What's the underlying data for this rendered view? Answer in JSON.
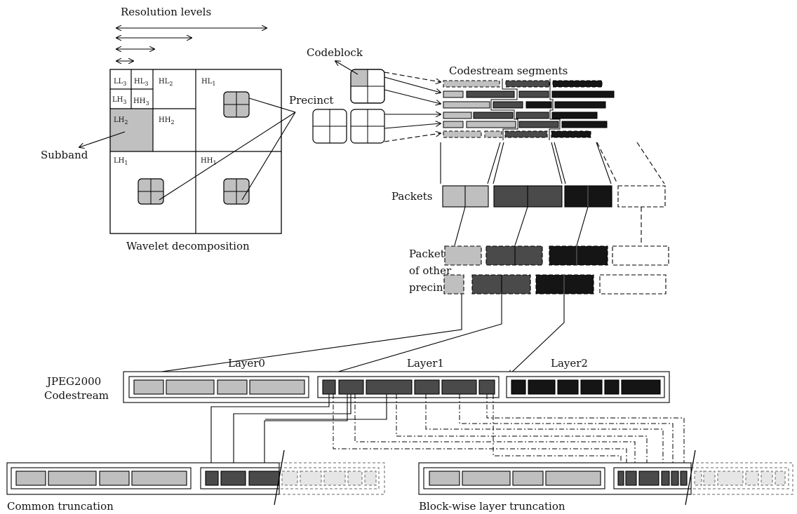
{
  "labels": {
    "resolution_levels": "Resolution levels",
    "codeblock": "Codeblock",
    "codestream_segments": "Codestream segments",
    "precinct": "Precinct",
    "subband": "Subband",
    "wavelet_decomposition": "Wavelet decomposition",
    "packets": "Packets",
    "packets_other_1": "Packets",
    "packets_other_2": "of other",
    "packets_other_3": "precincts",
    "jpeg2000_1": "JPEG2000",
    "jpeg2000_2": "Codestream",
    "layer0": "Layer0",
    "layer1": "Layer1",
    "layer2": "Layer2",
    "common_truncation": "Common truncation",
    "blockwise_truncation": "Block-wise layer truncation"
  },
  "subbands": {
    "ll3": {
      "base": "LL",
      "sub": "3"
    },
    "hl3": {
      "base": "HL",
      "sub": "3"
    },
    "lh3": {
      "base": "LH",
      "sub": "3"
    },
    "hh3": {
      "base": "HH",
      "sub": "3"
    },
    "hl2": {
      "base": "HL",
      "sub": "2"
    },
    "lh2": {
      "base": "LH",
      "sub": "2"
    },
    "hh2": {
      "base": "HH",
      "sub": "2"
    },
    "hl1": {
      "base": "HL",
      "sub": "1"
    },
    "lh1": {
      "base": "LH",
      "sub": "1"
    },
    "hh1": {
      "base": "HH",
      "sub": "1"
    }
  },
  "colors": {
    "layer0": "#bfbfbf",
    "layer1": "#4a4a4a",
    "layer2": "#151515",
    "subband_highlight": "#c0c0c0",
    "truncated": "#e6e6e6",
    "line": "#000000"
  }
}
